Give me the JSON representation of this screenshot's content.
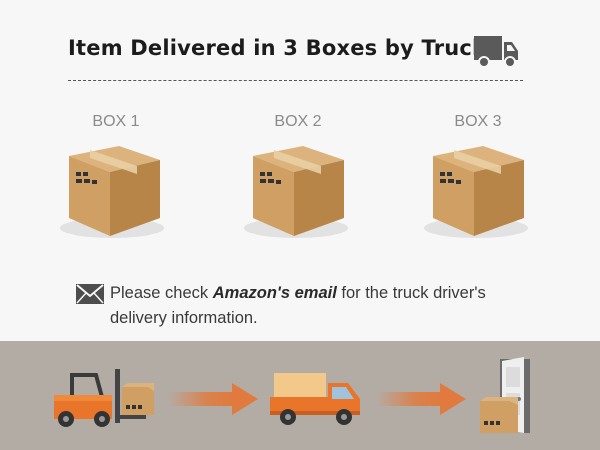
{
  "header": {
    "title": "Item Delivered in 3 Boxes by Truck",
    "icon": "truck-icon"
  },
  "boxes": [
    {
      "label": "BOX 1",
      "icon": "cardboard-box-icon"
    },
    {
      "label": "BOX 2",
      "icon": "cardboard-box-icon"
    },
    {
      "label": "BOX 3",
      "icon": "cardboard-box-icon"
    }
  ],
  "note": {
    "icon": "envelope-icon",
    "text_before": "Please check ",
    "emphasis": "Amazon's email",
    "text_after": " for the truck driver's delivery information."
  },
  "process": {
    "steps": [
      {
        "icon": "forklift-with-box-icon"
      },
      {
        "icon": "delivery-truck-icon"
      },
      {
        "icon": "box-at-door-icon"
      }
    ],
    "arrow_icon": "arrow-right-icon"
  },
  "colors": {
    "background": "#f7f7f7",
    "band": "#b3aca5",
    "box": "#c99a62",
    "orange": "#e8752a",
    "arrow": "#e07a3e",
    "truck_icon": "#5a5a5a"
  }
}
